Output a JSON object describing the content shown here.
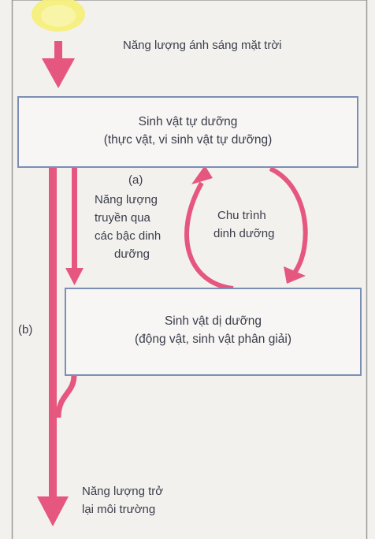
{
  "sunlight_label": "Năng lượng ánh sáng mặt trời",
  "autotroph": {
    "title": "Sinh vật tự dưỡng",
    "subtitle": "(thực vật, vi sinh vật tự dưỡng)"
  },
  "heterotroph": {
    "title": "Sinh vật dị dưỡng",
    "subtitle": "(động vật, sinh vật phân giải)"
  },
  "label_a": "(a)",
  "trophic_transfer": [
    "Năng lượng",
    "truyền qua",
    "các bậc dinh",
    "dưỡng"
  ],
  "nutrient_cycle": [
    "Chu trình",
    "dinh dưỡng"
  ],
  "label_b": "(b)",
  "return_energy": [
    "Năng lượng trở",
    "lại môi trường"
  ],
  "colors": {
    "arrow": "#e5577e",
    "arrow_light": "#ee8aa8",
    "sun": "#f4ef7a",
    "box_border": "#7b8fb5",
    "frame": "#9a9a9a"
  }
}
